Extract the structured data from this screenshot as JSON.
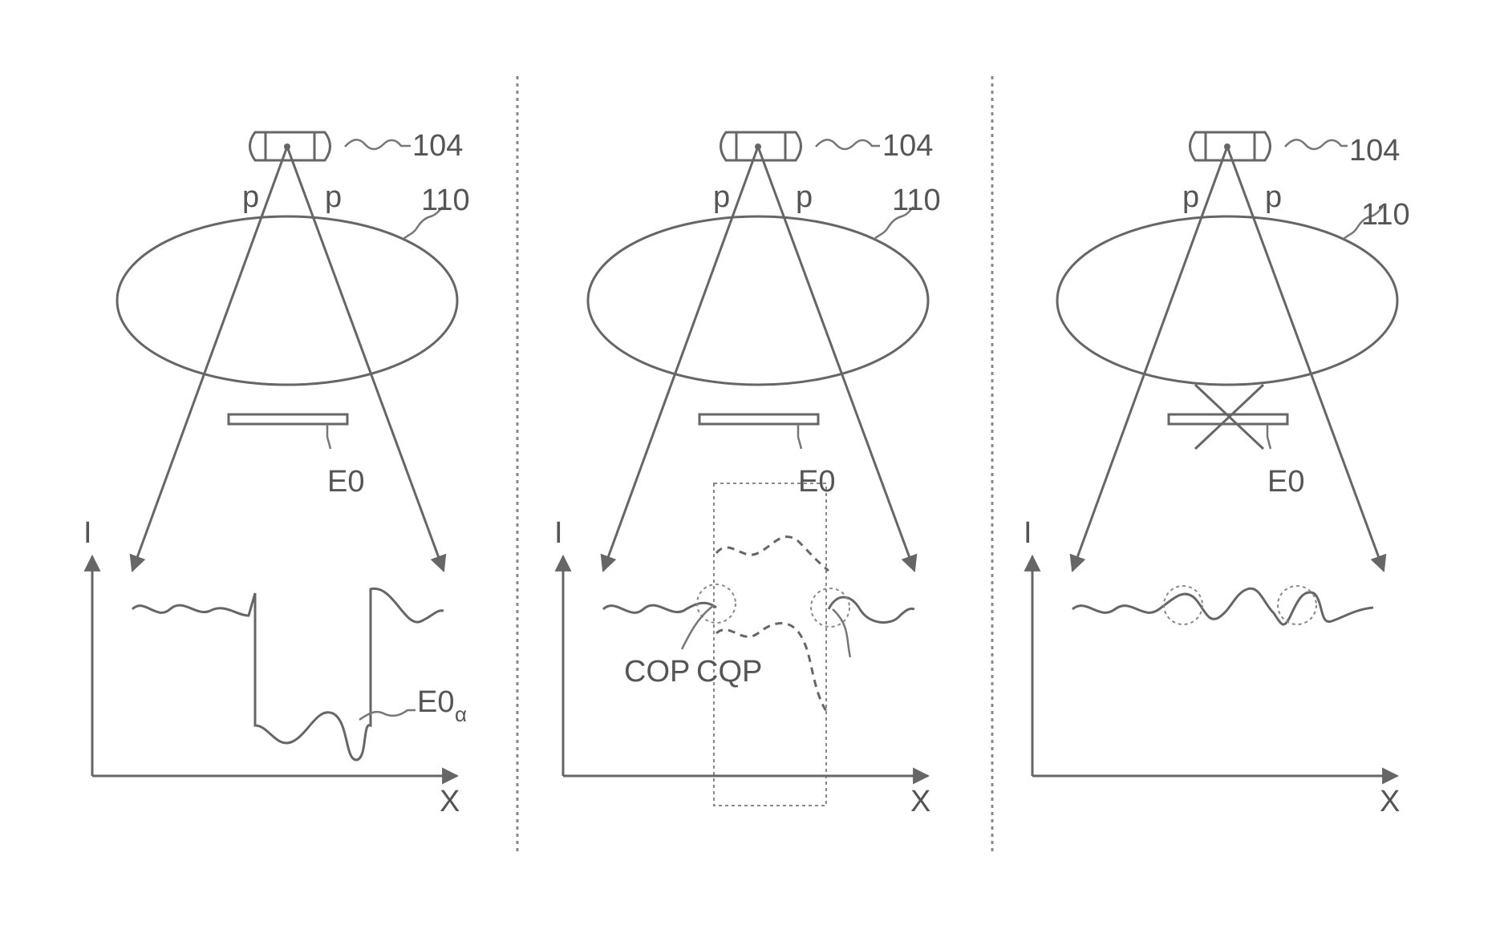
{
  "panels": [
    {
      "source_label": "104",
      "ray_label_left": "p",
      "ray_label_right": "p",
      "lens_label": "110",
      "object_label": "E0",
      "axis_y_label": "I",
      "axis_x_label": "X",
      "profile_label": "E0",
      "profile_label_sub": "α"
    },
    {
      "source_label": "104",
      "ray_label_left": "p",
      "ray_label_right": "p",
      "lens_label": "110",
      "object_label": "E0",
      "axis_y_label": "I",
      "axis_x_label": "X",
      "point_label_1": "COP",
      "point_label_2": "CQP"
    },
    {
      "source_label": "104",
      "ray_label_left": "p",
      "ray_label_right": "p",
      "lens_label": "110",
      "object_label": "E0",
      "axis_y_label": "I",
      "axis_x_label": "X"
    }
  ]
}
